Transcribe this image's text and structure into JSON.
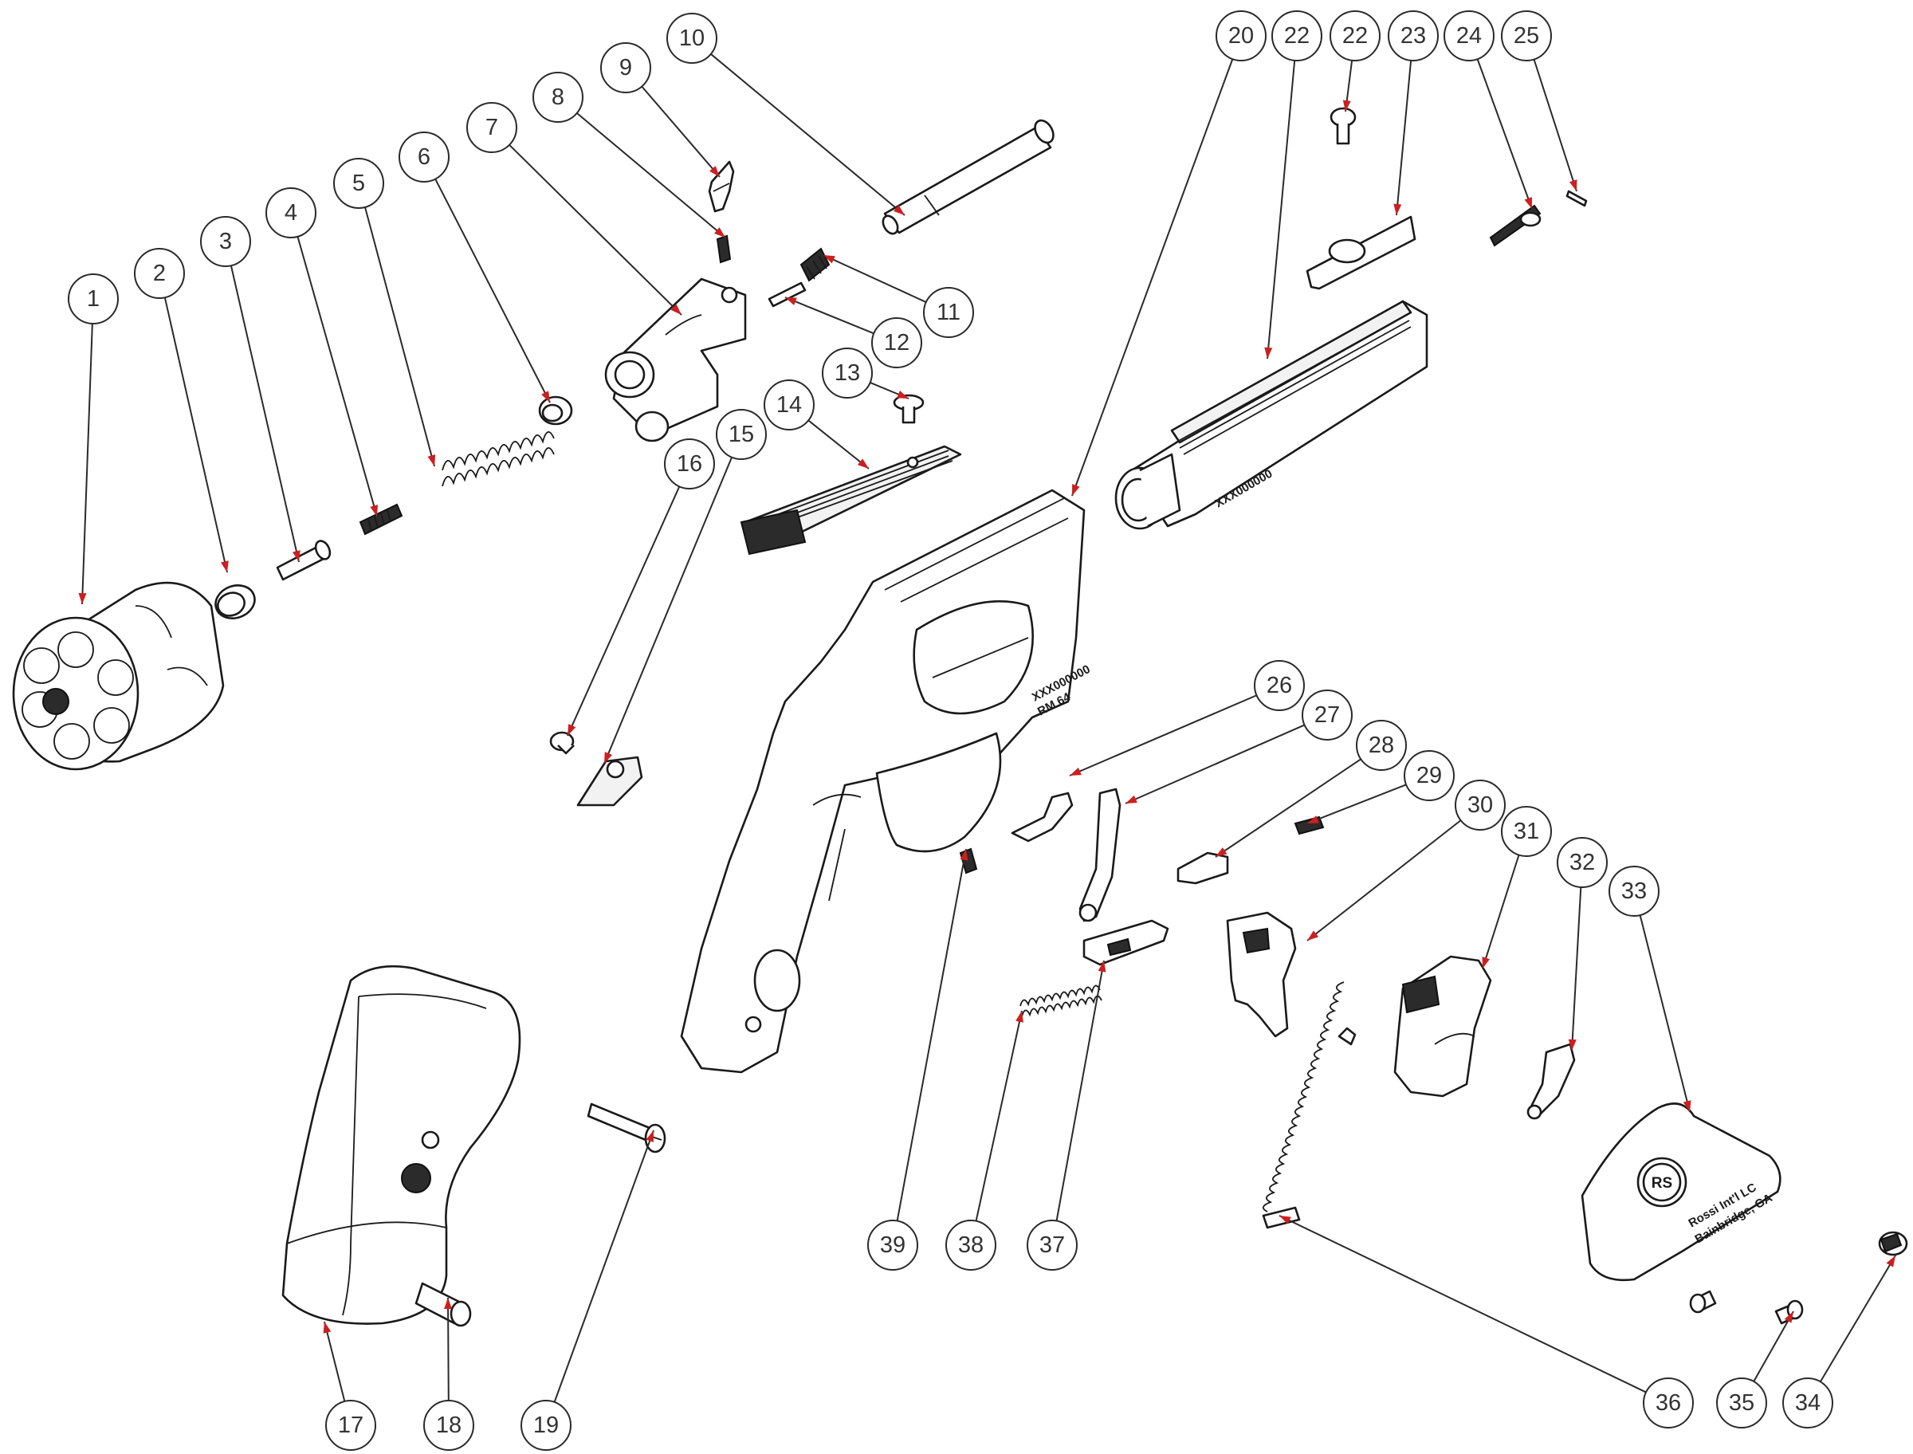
{
  "diagram": {
    "engravings": {
      "frame_serial": "XXX000000",
      "frame_model": "RM 64",
      "barrel_serial": "XXX000000",
      "sideplate_line1": "Rossi Int'l LC",
      "sideplate_line2": "Bainbridge, GA"
    },
    "logo_text": "RS",
    "callouts": [
      {
        "label": "1"
      },
      {
        "label": "2"
      },
      {
        "label": "3"
      },
      {
        "label": "4"
      },
      {
        "label": "5"
      },
      {
        "label": "6"
      },
      {
        "label": "7"
      },
      {
        "label": "8"
      },
      {
        "label": "9"
      },
      {
        "label": "10"
      },
      {
        "label": "11"
      },
      {
        "label": "12"
      },
      {
        "label": "13"
      },
      {
        "label": "14"
      },
      {
        "label": "15"
      },
      {
        "label": "16"
      },
      {
        "label": "17"
      },
      {
        "label": "18"
      },
      {
        "label": "19"
      },
      {
        "label": "20"
      },
      {
        "label": "22"
      },
      {
        "label": "22"
      },
      {
        "label": "23"
      },
      {
        "label": "24"
      },
      {
        "label": "25"
      },
      {
        "label": "26"
      },
      {
        "label": "27"
      },
      {
        "label": "28"
      },
      {
        "label": "29"
      },
      {
        "label": "30"
      },
      {
        "label": "31"
      },
      {
        "label": "32"
      },
      {
        "label": "33"
      },
      {
        "label": "34"
      },
      {
        "label": "35"
      },
      {
        "label": "36"
      },
      {
        "label": "37"
      },
      {
        "label": "38"
      },
      {
        "label": "39"
      }
    ],
    "colors": {
      "line": "#2a2a2a",
      "arrow_tip": "#cc1f1f",
      "label_text": "#333333"
    }
  }
}
